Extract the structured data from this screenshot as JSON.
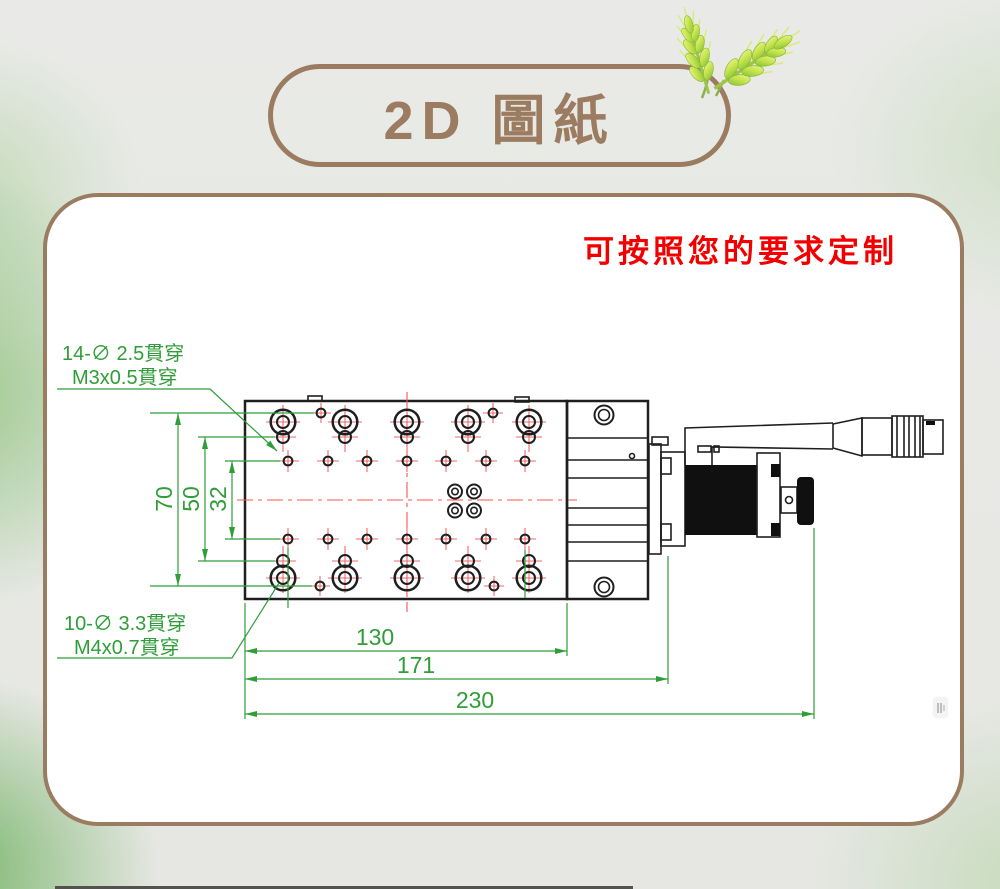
{
  "header": {
    "title": "2D 圖紙"
  },
  "banner": {
    "custom_note": "可按照您的要求定制"
  },
  "drawing": {
    "callouts": {
      "top": {
        "line1": "14-∅ 2.5貫穿",
        "line2": "M3x0.5貫穿"
      },
      "bottom": {
        "line1": "10-∅ 3.3貫穿",
        "line2": "M4x0.7貫穿"
      }
    },
    "dims": {
      "w130": "130",
      "w171": "171",
      "w230": "230",
      "v70": "70",
      "v50": "50",
      "v32": "32"
    }
  },
  "colors": {
    "accent_brown": "#9b7c61",
    "annotation_green": "#2f9e38",
    "centerline_red": "#ff5050",
    "slogan_red": "#f20000",
    "drawing_black": "#1f1f1f"
  },
  "icons": {
    "wheat": "wheat-ears-icon",
    "handle": "drag-handle-icon"
  }
}
